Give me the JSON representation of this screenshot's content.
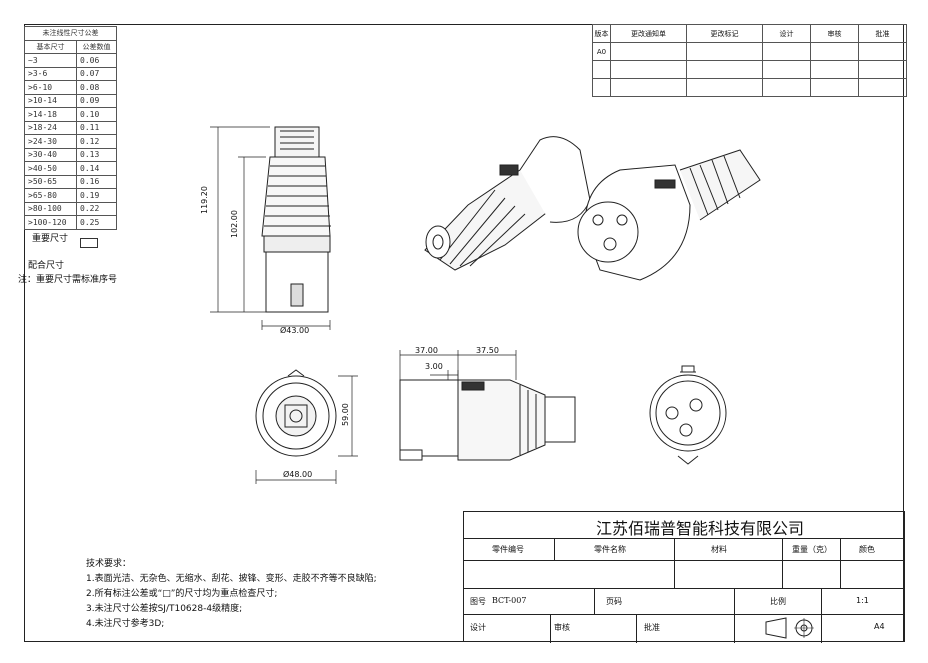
{
  "tolerance_table": {
    "header": [
      "未注线性尺寸公差"
    ],
    "col_headers": [
      "基本尺寸",
      "公差数值"
    ],
    "rows": [
      [
        "~3",
        "0.06"
      ],
      [
        ">3-6",
        "0.07"
      ],
      [
        ">6-10",
        "0.08"
      ],
      [
        ">10-14",
        "0.09"
      ],
      [
        ">14-18",
        "0.10"
      ],
      [
        ">18-24",
        "0.11"
      ],
      [
        ">24-30",
        "0.12"
      ],
      [
        ">30-40",
        "0.13"
      ],
      [
        ">40-50",
        "0.14"
      ],
      [
        ">50-65",
        "0.16"
      ],
      [
        ">65-80",
        "0.19"
      ],
      [
        ">80-100",
        "0.22"
      ],
      [
        ">100-120",
        "0.25"
      ]
    ],
    "important_dim": "重要尺寸",
    "fit_dim": "配合尺寸",
    "note": "注：重要尺寸需标准序号"
  },
  "revision_table": {
    "headers": [
      "版本",
      "更改通知单",
      "更改标记",
      "设计",
      "审核",
      "批准"
    ],
    "rows": [
      [
        "A0",
        "",
        "",
        "",
        "",
        ""
      ]
    ]
  },
  "dimensions": {
    "h1": "119.20",
    "h2": "102.00",
    "d1": "Ø43.00",
    "w1": "37.00",
    "w2": "37.50",
    "w3": "3.00",
    "h3": "59.00",
    "d2": "Ø48.00"
  },
  "requirements": {
    "title": "技术要求：",
    "items": [
      "1.表面光洁、无杂色、无缩水、刮花、披锋、变形、走胶不齐等不良缺陷;",
      "2.所有标注公差或“□”的尺寸均为重点检查尺寸;",
      "3.未注尺寸公差按SJ/T10628-4级精度;",
      "4.未注尺寸参考3D;"
    ]
  },
  "title_block": {
    "company": "江苏佰瑞普智能科技有限公司",
    "part_no_label": "零件编号",
    "part_name_label": "零件名称",
    "material_label": "材料",
    "weight_label": "重量（克）",
    "color_label": "颜色",
    "drawing_no_label": "图号",
    "drawing_no": "BCT-007",
    "page_label": "页码",
    "scale_label": "比例",
    "scale": "1:1",
    "design_label": "设计",
    "review_label": "审核",
    "approve_label": "批准",
    "sheet": "A4"
  }
}
